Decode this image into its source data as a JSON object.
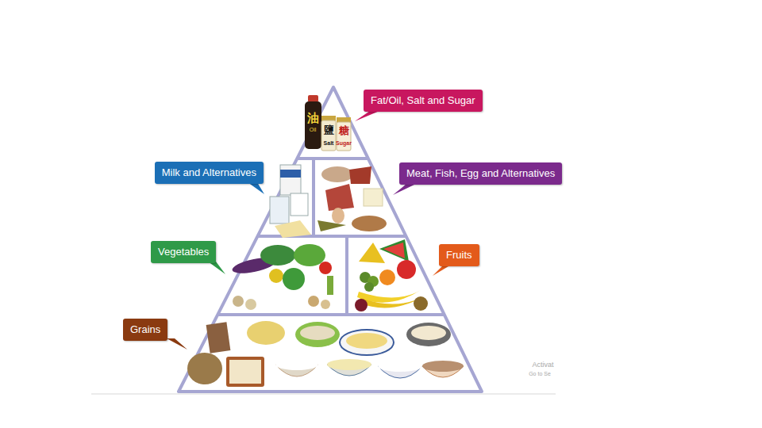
{
  "diagram": {
    "nodes": [
      {
        "text": [
          "Fat/Oil, Salt and Sugar"
        ]
      },
      {
        "text": [
          "Milk and Alternatives"
        ]
      },
      {
        "text": [
          "Meat, Fish, Egg and Alternatives"
        ]
      },
      {
        "text": [
          "Vegetables"
        ]
      },
      {
        "text": [
          "Fruits"
        ]
      },
      {
        "text": [
          "Grains"
        ]
      }
    ],
    "labels": [
      "油",
      "Oil",
      "鹽",
      "Salt",
      "糖",
      "Sugar",
      "Activat",
      "Go to Se"
    ]
  }
}
